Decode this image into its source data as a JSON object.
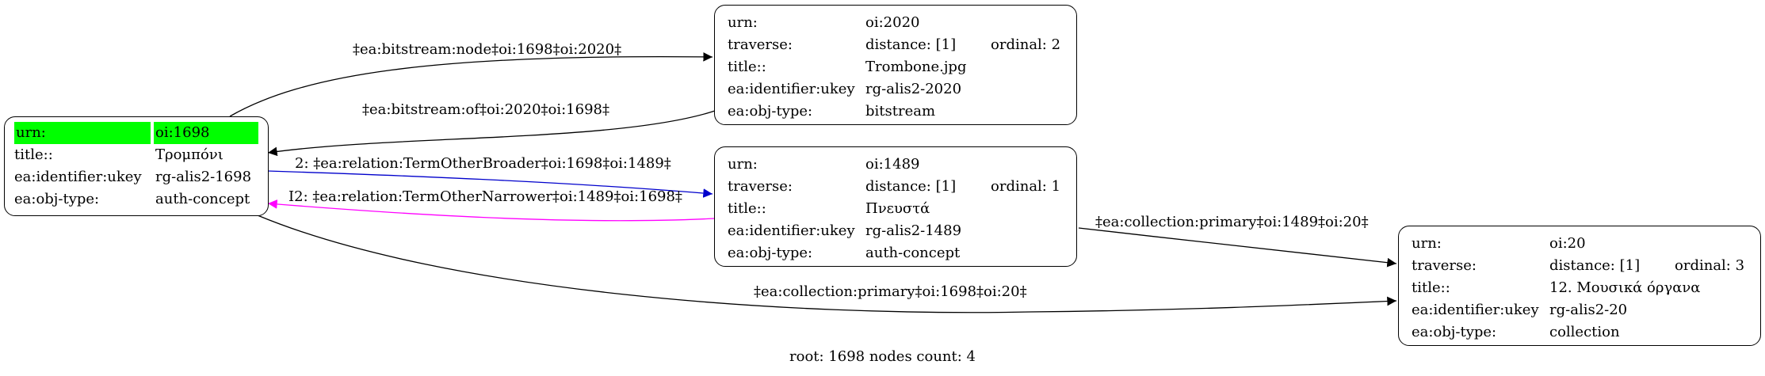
{
  "nodes": {
    "n1698": {
      "urn_key": "urn:",
      "urn_val": "oi:1698",
      "title_key": "title::",
      "title_val": "Τρομπόνι",
      "ukey_key": "ea:identifier:ukey",
      "ukey_val": "rg-alis2-1698",
      "type_key": "ea:obj-type:",
      "type_val": "auth-concept"
    },
    "n2020": {
      "urn_key": "urn:",
      "urn_val": "oi:2020",
      "trav_key": "traverse:",
      "trav_val": "distance: [1]",
      "ord_val": "ordinal: 2",
      "title_key": "title::",
      "title_val": "Trombone.jpg",
      "ukey_key": "ea:identifier:ukey",
      "ukey_val": "rg-alis2-2020",
      "type_key": "ea:obj-type:",
      "type_val": "bitstream"
    },
    "n1489": {
      "urn_key": "urn:",
      "urn_val": "oi:1489",
      "trav_key": "traverse:",
      "trav_val": "distance: [1]",
      "ord_val": "ordinal: 1",
      "title_key": "title::",
      "title_val": "Πνευστά",
      "ukey_key": "ea:identifier:ukey",
      "ukey_val": "rg-alis2-1489",
      "type_key": "ea:obj-type:",
      "type_val": "auth-concept"
    },
    "n20": {
      "urn_key": "urn:",
      "urn_val": "oi:20",
      "trav_key": "traverse:",
      "trav_val": "distance: [1]",
      "ord_val": "ordinal: 3",
      "title_key": "title::",
      "title_val": "12. Μουσικά όργανα",
      "ukey_key": "ea:identifier:ukey",
      "ukey_val": "rg-alis2-20",
      "type_key": "ea:obj-type:",
      "type_val": "collection"
    }
  },
  "edges": {
    "e1": "‡ea:bitstream:node‡oi:1698‡oi:2020‡",
    "e2": "‡ea:bitstream:of‡oi:2020‡oi:1698‡",
    "e3": "2: ‡ea:relation:TermOtherBroader‡oi:1698‡oi:1489‡",
    "e4": "I2: ‡ea:relation:TermOtherNarrower‡oi:1489‡oi:1698‡",
    "e5": "‡ea:collection:primary‡oi:1489‡oi:20‡",
    "e6": "‡ea:collection:primary‡oi:1698‡oi:20‡"
  },
  "colors": {
    "highlight": "#00ff00",
    "broader_edge": "#0000cc",
    "narrower_edge": "#ff00ff",
    "default_edge": "#000000"
  },
  "footer": "root: 1698 nodes count: 4"
}
